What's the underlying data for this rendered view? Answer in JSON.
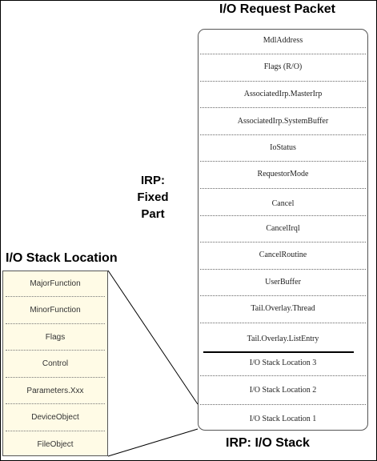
{
  "titles": {
    "irp_packet": "I/O Request Packet",
    "stack_location": "I/O Stack Location",
    "irp_stack": "IRP: I/O Stack"
  },
  "fixed_part_label": [
    "IRP:",
    "Fixed",
    "Part"
  ],
  "irp_fields": [
    "MdlAddress",
    "Flags (R/O)",
    "AssociatedIrp.MasterIrp",
    "AssociatedIrp.SystemBuffer",
    "IoStatus",
    "RequestorMode",
    "Cancel",
    "CancelIrql",
    "CancelRoutine",
    "UserBuffer",
    "Tail.Overlay.Thread",
    "Tail.Overlay.ListEntry"
  ],
  "irp_stack_locations": [
    "I/O Stack Location 3",
    "I/O Stack Location 2",
    "I/O Stack Location 1"
  ],
  "stack_location_fields": [
    "MajorFunction",
    "MinorFunction",
    "Flags",
    "Control",
    "Parameters.Xxx",
    "DeviceObject",
    "FileObject"
  ],
  "colors": {
    "stack_box_fill": "#fffbe6",
    "border": "#555555",
    "text": "#222222"
  }
}
